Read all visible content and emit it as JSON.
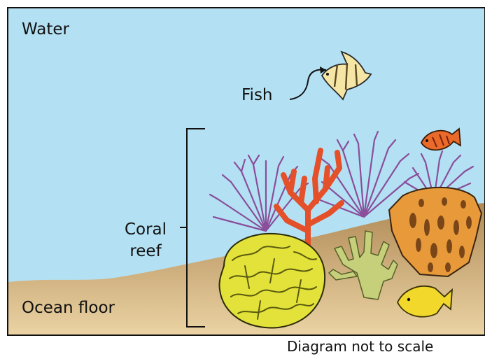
{
  "labels": {
    "water": "Water",
    "fish": "Fish",
    "coral_line1": "Coral",
    "coral_line2": "reef",
    "ocean_floor": "Ocean floor",
    "scale_note": "Diagram not to scale"
  },
  "colors": {
    "water": "#b3e1f3",
    "floor_light": "#e8cf9e",
    "floor_dark": "#b08a56",
    "sea_fan": "#8a4e9a",
    "red_coral": "#e4502a",
    "brain_coral": "#e3e23a",
    "green_coral": "#c6d07a",
    "sponge": "#e89a3a",
    "yellow_fish": "#f2d82a",
    "orange_fish": "#ea6a2a"
  }
}
